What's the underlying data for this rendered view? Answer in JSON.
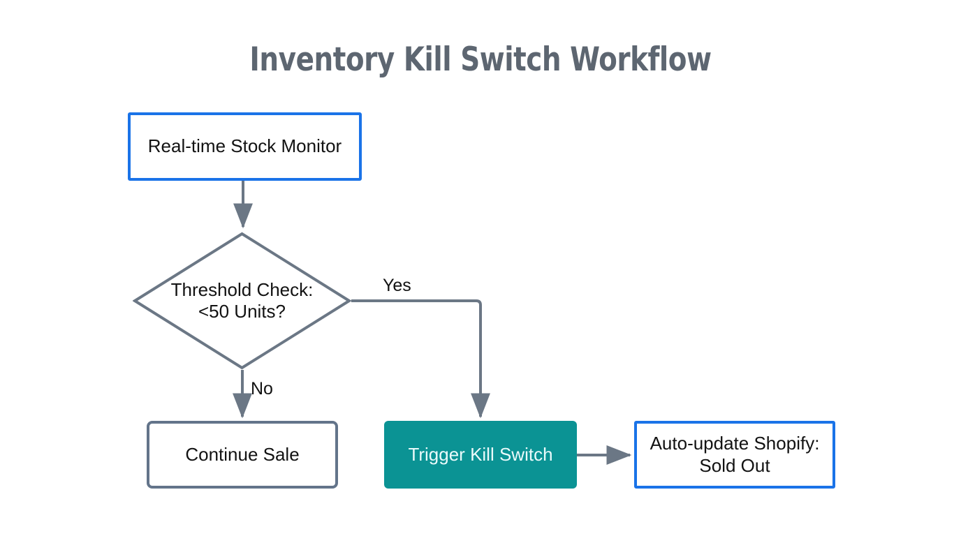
{
  "diagram": {
    "title": "Inventory Kill Switch Workflow",
    "type": "flowchart",
    "background_color": "#ffffff",
    "title_color": "#5d6671",
    "nodes": [
      {
        "id": "monitor",
        "label": "Real-time Stock Monitor",
        "shape": "rectangle",
        "style": "blue-outline",
        "border_color": "#1a73e8",
        "fill_color": "#ffffff",
        "text_color": "#121212"
      },
      {
        "id": "threshold",
        "label": "Threshold Check:\n<50 Units?",
        "shape": "diamond",
        "style": "gray-outline",
        "border_color": "#63748a",
        "fill_color": "#ffffff",
        "text_color": "#121212"
      },
      {
        "id": "continue",
        "label": "Continue Sale",
        "shape": "rectangle",
        "style": "gray-outline",
        "border_color": "#63748a",
        "fill_color": "#ffffff",
        "text_color": "#121212"
      },
      {
        "id": "killswitch",
        "label": "Trigger Kill Switch",
        "shape": "rectangle",
        "style": "teal-filled",
        "border_color": "#0b9394",
        "fill_color": "#0b9394",
        "text_color": "#eafafa"
      },
      {
        "id": "shopify",
        "label": "Auto-update Shopify: Sold Out",
        "shape": "rectangle",
        "style": "blue-outline",
        "border_color": "#1a73e8",
        "fill_color": "#ffffff",
        "text_color": "#121212"
      }
    ],
    "edges": [
      {
        "id": "e1",
        "from": "monitor",
        "to": "threshold",
        "label": ""
      },
      {
        "id": "e2",
        "from": "threshold",
        "to": "killswitch",
        "label": "Yes"
      },
      {
        "id": "e3",
        "from": "threshold",
        "to": "continue",
        "label": "No"
      },
      {
        "id": "e4",
        "from": "killswitch",
        "to": "shopify",
        "label": ""
      }
    ],
    "edge_color": "#6b7785"
  }
}
